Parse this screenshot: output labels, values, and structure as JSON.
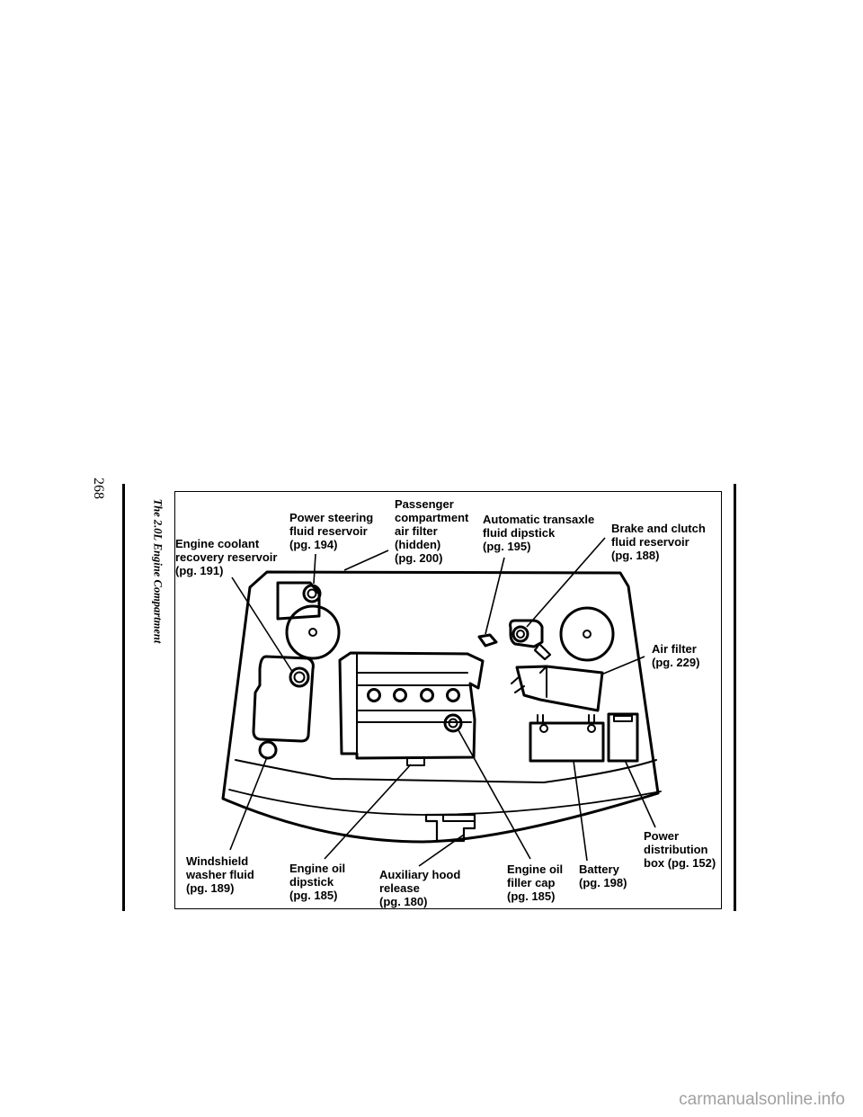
{
  "page": {
    "number": "268",
    "section_title": "The 2.0L Engine Compartment"
  },
  "labels": {
    "engine_coolant": "Engine coolant\nrecovery reservoir\n(pg. 191)",
    "power_steering": "Power steering\nfluid reservoir\n(pg. 194)",
    "passenger_air_filter": "Passenger\ncompartment\nair filter\n(hidden)\n(pg. 200)",
    "transaxle_dipstick": "Automatic transaxle\nfluid dipstick\n(pg. 195)",
    "brake_clutch": "Brake and clutch\nfluid reservoir\n(pg. 188)",
    "air_filter": "Air filter\n(pg. 229)",
    "power_distribution": "Power\ndistribution\nbox (pg. 152)",
    "battery": "Battery\n(pg. 198)",
    "oil_filler_cap": "Engine oil\nfiller cap\n(pg. 185)",
    "hood_release": "Auxiliary hood\nrelease\n(pg. 180)",
    "oil_dipstick": "Engine oil\ndipstick\n(pg. 185)",
    "washer_fluid": "Windshield\nwasher fluid\n(pg. 189)"
  },
  "watermark": "carmanualsonline.info"
}
